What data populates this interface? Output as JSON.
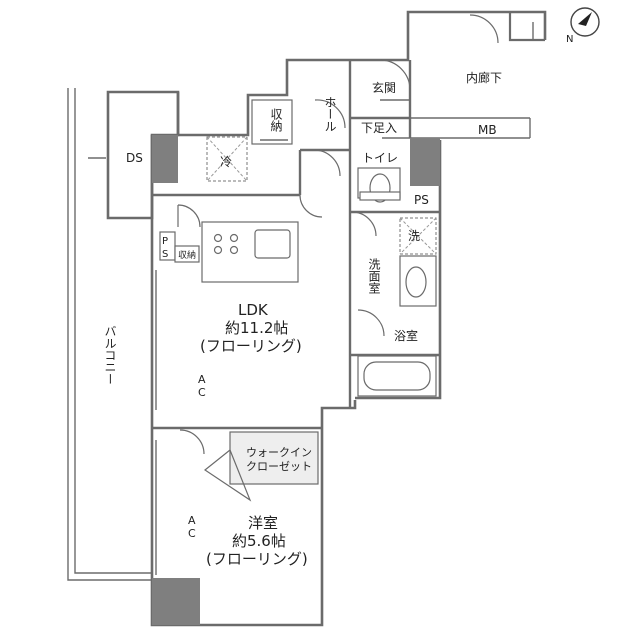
{
  "compass": {
    "label": "N"
  },
  "rooms": {
    "ldk_name": "LDK",
    "ldk_size": "約11.2帖",
    "ldk_floor": "(フローリング)",
    "western_name": "洋室",
    "western_size": "約5.6帖",
    "western_floor": "(フローリング)",
    "entrance": "玄関",
    "shoe_box": "下足入",
    "hall": "ホール",
    "inner_corridor": "内廊下",
    "mb": "MB",
    "storage": "収納",
    "storage_small": "収納",
    "ds": "DS",
    "ps_right": "PS",
    "ps_left_1": "P",
    "ps_left_2": "S",
    "fridge": "冷",
    "toilet": "トイレ",
    "washroom": "洗面室",
    "washer": "洗",
    "bathroom": "浴室",
    "walk_in_closet_1": "ウォークイン",
    "walk_in_closet_2": "クローゼット",
    "balcony": "バルコニー",
    "ac_ldk_1": "A",
    "ac_ldk_2": "C",
    "ac_western_1": "A",
    "ac_western_2": "C"
  }
}
